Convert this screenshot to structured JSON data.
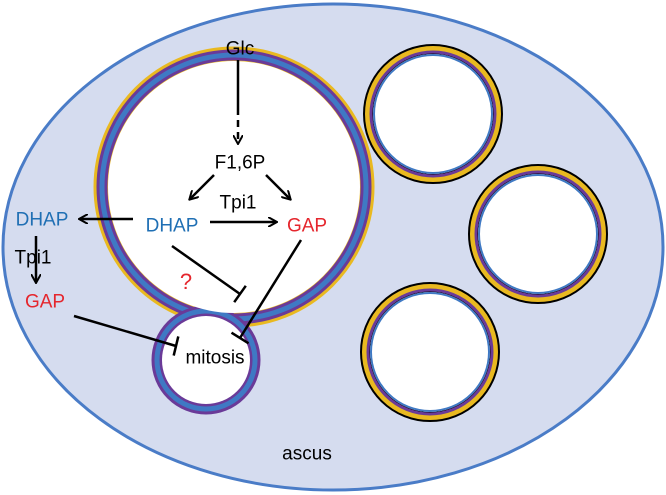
{
  "labels": {
    "glc": "Glc",
    "f16p": "F1,6P",
    "tpi1_inner": "Tpi1",
    "dhap_inner": "DHAP",
    "gap_inner": "GAP",
    "dhap_outer": "DHAP",
    "tpi1_outer": "Tpi1",
    "gap_outer": "GAP",
    "question": "?",
    "mitosis": "mitosis",
    "ascus": "ascus"
  },
  "colors": {
    "ascus_fill": "#d5dcef",
    "ascus_border": "#4a7cc7",
    "membrane_outer": "#e9b920",
    "membrane_purple": "#6a3a98",
    "membrane_blue": "#3f79c4",
    "spore_ring_black": "#000000",
    "metabolite_blue": "#1f6fb4",
    "metabolite_red": "#e5262d"
  }
}
